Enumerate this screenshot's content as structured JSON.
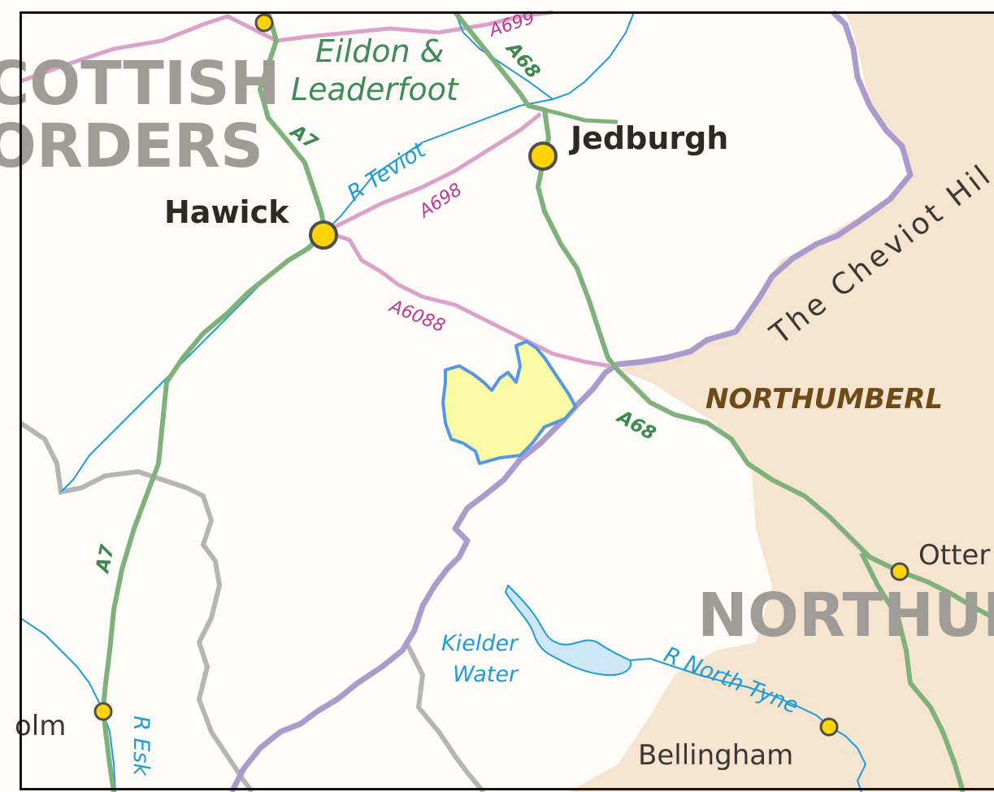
{
  "map": {
    "regions": {
      "scottish_borders_line1": "COTTISH",
      "scottish_borders_line2": "ORDERS",
      "northumberland_big": "NORTHUM",
      "northumberland_county": "NORTHUMBERL"
    },
    "features": {
      "cheviot_hills": "The Cheviot Hil",
      "eildon_line1": "Eildon &",
      "eildon_line2": "Leaderfoot"
    },
    "towns": {
      "jedburgh": "Jedburgh",
      "hawick": "Hawick",
      "otterburn": "Otter",
      "bellingham": "Bellingham",
      "langholm": "olm"
    },
    "roads": {
      "a699": "A699",
      "a68_top": "A68",
      "a7_top": "A7",
      "a698": "A698",
      "a6088": "A6088",
      "a68_mid": "A68",
      "a7_left": "A7"
    },
    "water": {
      "r_teviot": "R Teviot",
      "kielder_line1": "Kielder",
      "kielder_line2": "Water",
      "r_north_tyne": "R North Tyne",
      "r_esk": "R Esk"
    },
    "colors": {
      "background": "#fdfcf8",
      "england": "#f5e4cf",
      "border": "#a99bcb",
      "a_road": "#7fb27b",
      "b_road": "#dca1c9",
      "river": "#1f9bd8",
      "lake": "#cde7f6",
      "grey_boundary": "#b5b5b5",
      "highlight_fill": "#fbfba6",
      "highlight_stroke": "#5596e8",
      "town_marker": "#ffd400"
    }
  }
}
